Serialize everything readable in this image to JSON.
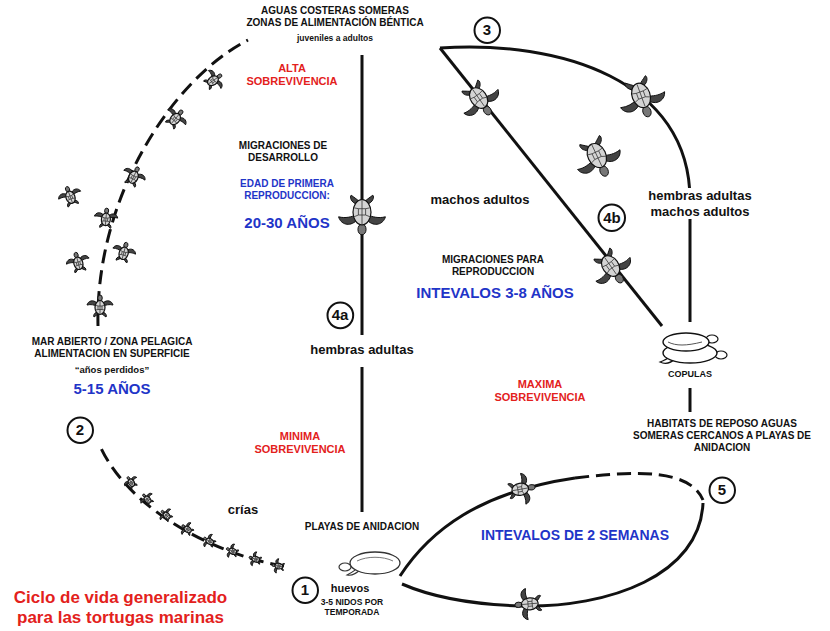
{
  "diagram": {
    "title": "Ciclo de vida generalizado para las tortugas marinas",
    "nodes": [
      {
        "text": [
          "3"
        ]
      },
      {
        "text": [
          "4b"
        ]
      },
      {
        "text": [
          "4a"
        ]
      },
      {
        "text": [
          "2"
        ]
      },
      {
        "text": [
          "5"
        ]
      },
      {
        "text": [
          "1"
        ]
      }
    ],
    "labels": [
      "AGUAS COSTERAS SOMERAS ZONAS DE ALIMENTACIÓN BÉNTICA",
      "juveniles a adultos",
      "ALTA SOBREVIVENCIA",
      "MIGRACIONES DE DESARROLLO",
      "EDAD DE PRIMERA REPRODUCCION:",
      "20-30 AÑOS",
      "machos adultos",
      "hembras adultas machos adultos",
      "MIGRACIONES PARA REPRODUCCION",
      "INTEVALOS 3-8 AÑOS",
      "hembras adultas",
      "MAR ABIERTO / ZONA PELAGICA ALIMENTACION EN SUPERFICIE",
      "“años perdidos”",
      "5-15 AÑOS",
      "MAXIMA SOBREVIVENCIA",
      "COPULAS",
      "MINIMA SOBREVIVENCIA",
      "crías",
      "PLAYAS DE ANIDACION",
      "HABITATS DE REPOSO AGUAS SOMERAS CERCANOS A PLAYAS DE ANIDACION",
      "INTEVALOS DE 2 SEMANAS",
      "huevos",
      "3-5 NIDOS POR TEMPORADA"
    ]
  }
}
